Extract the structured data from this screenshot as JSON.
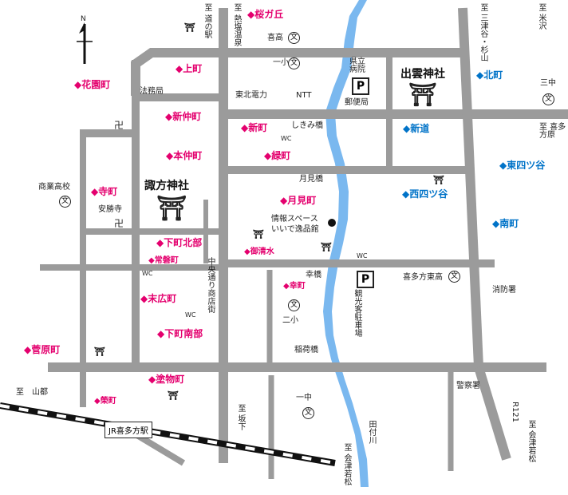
{
  "compass": {
    "label": "N"
  },
  "districts_pink": {
    "sakuragaoka": "◆桜ガ丘",
    "kamimachi": "◆上町",
    "hanazonocho": "◆花園町",
    "shinnakamachi": "◆新仲町",
    "shinmachi": "◆新町",
    "honnakamachi": "◆本仲町",
    "midoricho": "◆緑町",
    "teramachi": "◆寺町",
    "tsukimicho": "◆月見町",
    "shimomachi_kitabu": "◆下町北部",
    "tokiwacho": "◆常磐町",
    "mishimizu": "◆御清水",
    "saiwaicho": "◆幸町",
    "suehirocho": "◆末広町",
    "shimomachi_minamibu": "◆下町南部",
    "sugawaracho": "◆菅原町",
    "nurimonocho": "◆塗物町",
    "sakaemachi": "◆榮町"
  },
  "districts_blue": {
    "kitamachi": "◆北町",
    "shinmichi": "◆新道",
    "higashiyotsuya": "◆東四ツ谷",
    "nishiyotsuya": "◆西四ツ谷",
    "minamimachi": "◆南町"
  },
  "landmarks": {
    "izumo_shrine": "出雲神社",
    "suwa_shrine": "諏方神社",
    "michinoeki": "道の駅",
    "atsushio_onsen": "熱塩温泉",
    "kitakou": "喜高",
    "ichisho": "一小",
    "kenritsu_byoin": "県立病院",
    "yubinkyoku": "郵便局",
    "houmukyoku": "法務局",
    "tohoku_denryoku": "東北電力",
    "ntt": "NTT",
    "shikimibashi": "しきみ橋",
    "wc1": "WC",
    "shogyo_koko": "商業高校",
    "anshoji": "安勝寺",
    "tsukimibashi": "月見橋",
    "joho_space_1": "情報スペース",
    "joho_space_2": "いいで逸品館",
    "wc2": "WC",
    "wc3": "WC",
    "chuo_dori": "中央通り商店街",
    "saiwaibashi": "幸橋",
    "kanko_chushajo": "観光客駐車場",
    "kitakata_higashi_ko": "喜多方東高",
    "shobosho": "消防署",
    "nisho": "二小",
    "wc4": "WC",
    "inaribashi": "稲荷橋",
    "ichichu": "一中",
    "keisatsusho": "警察署",
    "jr_station": "JR喜多方駅",
    "tagawa": "田付川",
    "r121": "R121",
    "sanmai": "三中",
    "school_mark": "文",
    "parking_mark": "P"
  },
  "directions": {
    "to_michinoeki": "至",
    "to_atsushio": "至",
    "to_mitsuya": "至 三津谷・杉山",
    "to_yonezawa": "至 米沢",
    "to_kitakata_hara": "至 喜多方原",
    "to_yamato": "至　山都",
    "to_sakashita": "至 坂下",
    "to_aizuwakamatsu_1": "至 会津若松",
    "to_aizuwakamatsu_2": "至 会津若松"
  },
  "colors": {
    "road": "#9b9b9b",
    "river": "#7ab8ef",
    "pink": "#e4006e",
    "blue": "#0073c8",
    "rail": "#111111"
  }
}
